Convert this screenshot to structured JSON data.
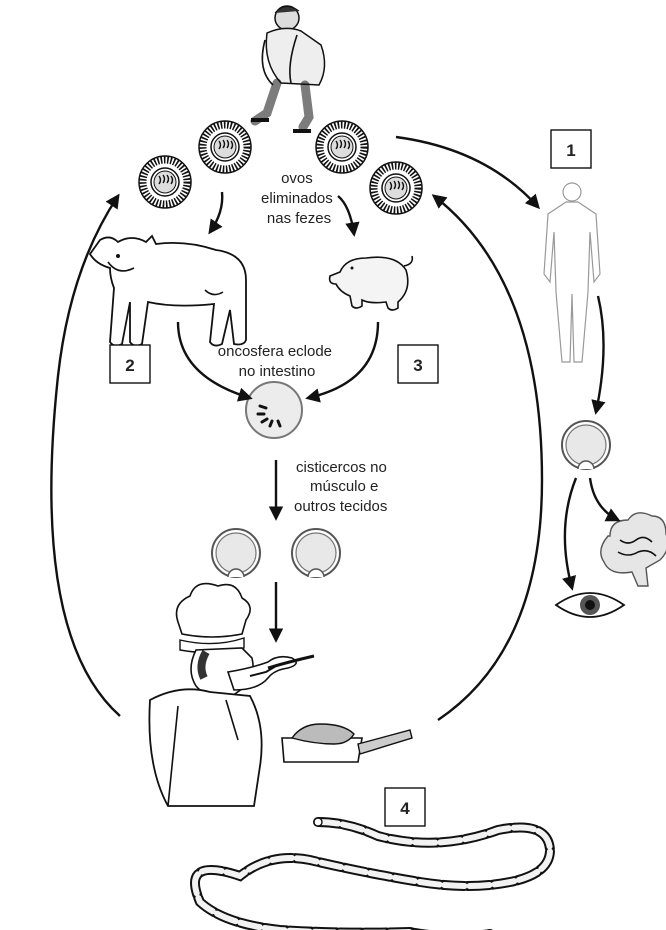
{
  "labels": {
    "eggs": [
      "ovos",
      "eliminados",
      "nas fezes"
    ],
    "oncosphere": [
      "oncosfera eclode",
      "no intestino"
    ],
    "cysticerci": [
      "cisticercos no",
      "músculo e",
      "outros tecidos"
    ]
  },
  "steps": [
    "1",
    "2",
    "3",
    "4"
  ],
  "icons": [
    "human-defecating-icon",
    "egg-icon",
    "cow-icon",
    "pig-icon",
    "oncosphere-icon",
    "cysticercus-icon",
    "human-figure-icon",
    "brain-icon",
    "eye-icon",
    "chef-icon",
    "meat-pan-icon",
    "tapeworm-icon"
  ]
}
